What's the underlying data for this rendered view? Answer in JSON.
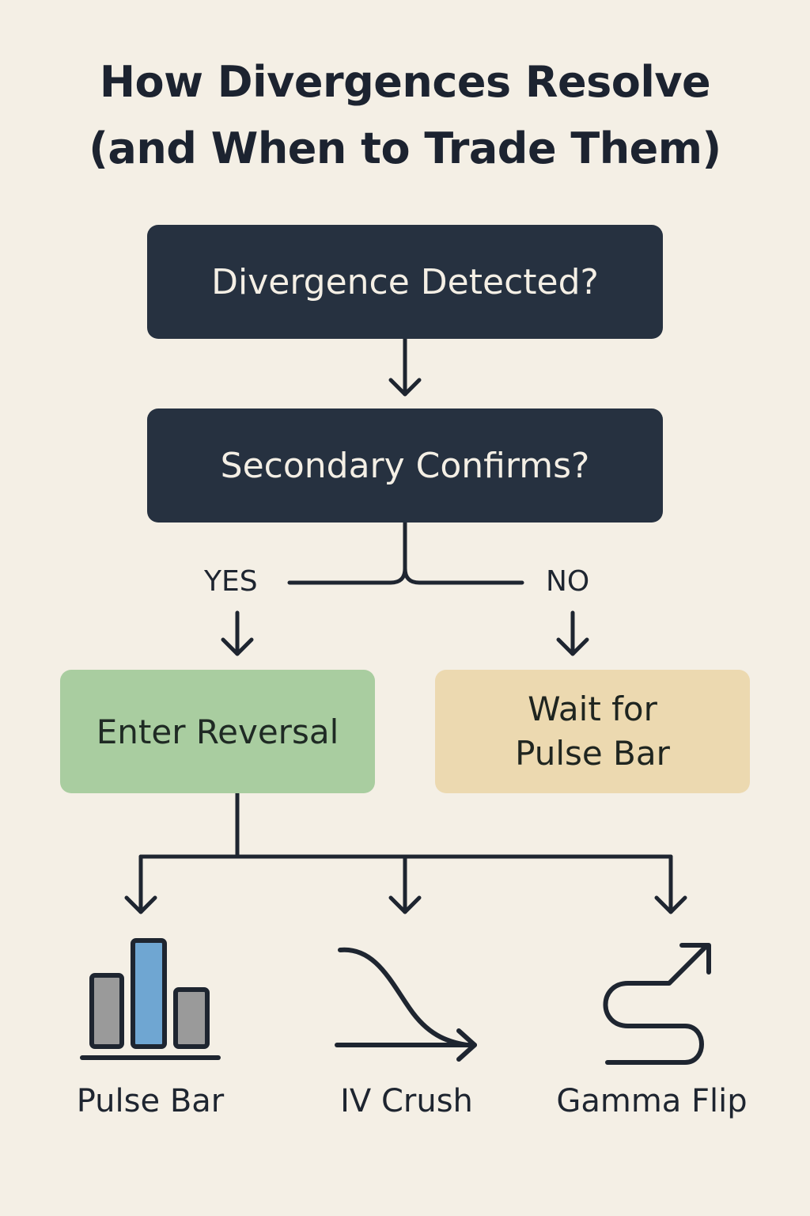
{
  "title": {
    "line1": "How Divergences Resolve",
    "line2": "(and When to Trade Them)"
  },
  "nodes": {
    "divergence": "Divergence Detected?",
    "secondary": "Secondary Confirms?",
    "enter": "Enter Reversal",
    "wait_line1": "Wait for",
    "wait_line2": "Pulse Bar"
  },
  "branches": {
    "yes": "YES",
    "no": "NO"
  },
  "outcomes": [
    {
      "label": "Pulse Bar",
      "icon": "bar-chart-icon"
    },
    {
      "label": "IV Crush",
      "icon": "falling-curve-arrow-icon"
    },
    {
      "label": "Gamma Flip",
      "icon": "s-curve-up-arrow-icon"
    }
  ],
  "colors": {
    "background": "#f4efe5",
    "dark_box": "#263140",
    "green_box": "#a9cda0",
    "tan_box": "#ecd9b0",
    "accent_blue": "#6fa6d2",
    "bar_gray": "#9a9a9a"
  }
}
